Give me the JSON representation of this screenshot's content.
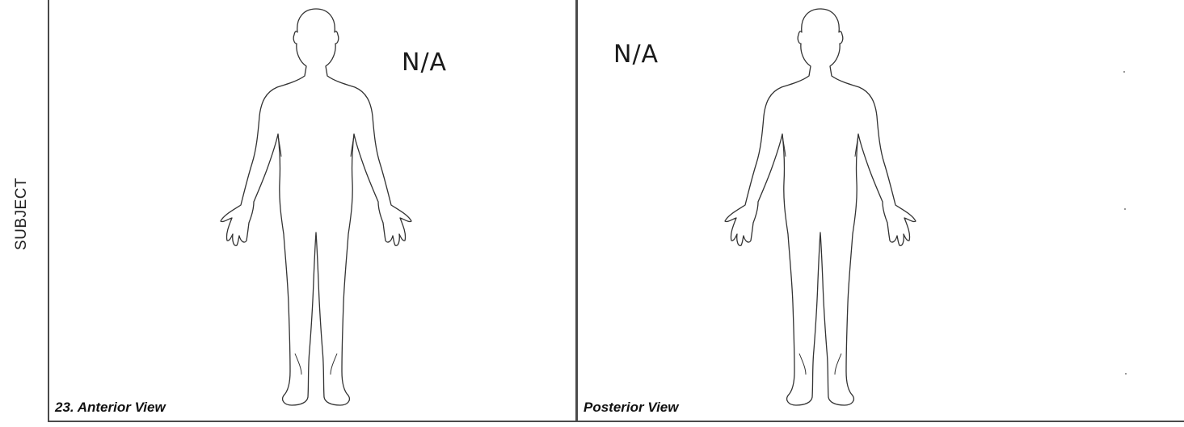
{
  "side_label": "SUBJECT",
  "panels": {
    "anterior": {
      "label": "23. Anterior View",
      "handwritten_note": "N/A",
      "figure_icon": "human-body-outline-icon"
    },
    "posterior": {
      "label": "Posterior View",
      "handwritten_note": "N/A",
      "figure_icon": "human-body-outline-icon"
    }
  }
}
